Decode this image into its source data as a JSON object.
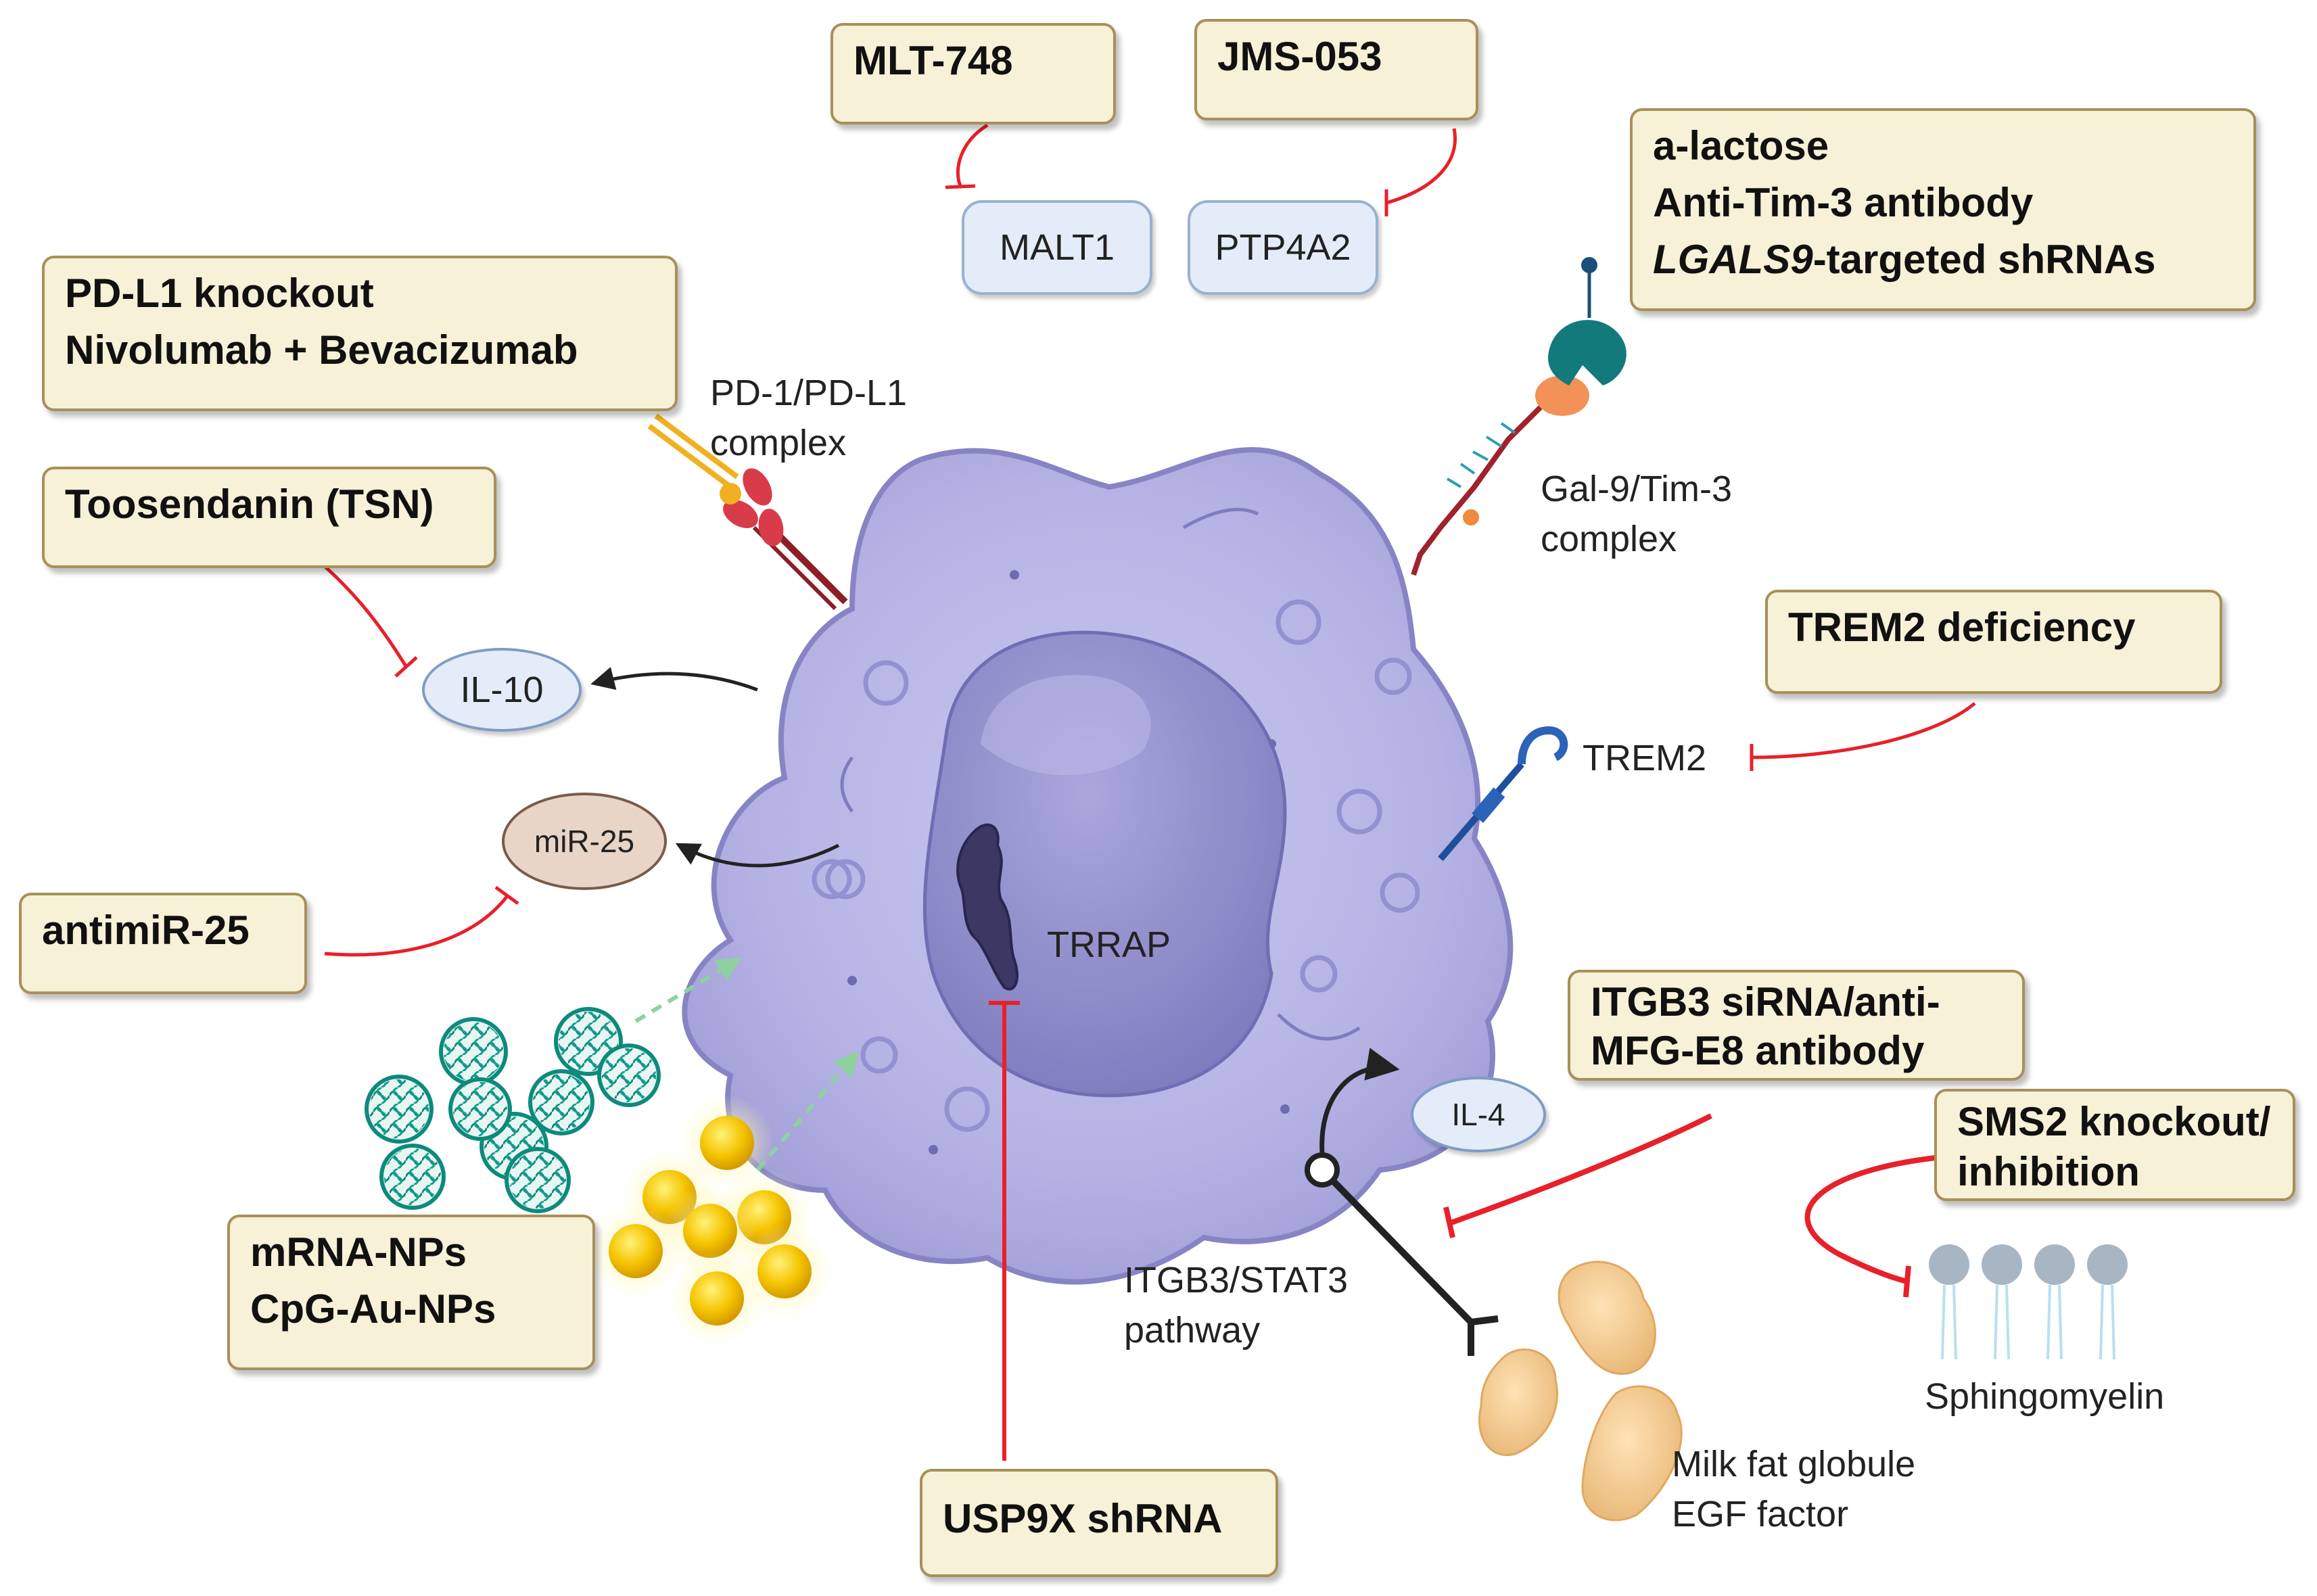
{
  "drug_boxes": {
    "mlt748": "MLT-748",
    "jms053": "JMS-053",
    "lactose": [
      "a-lactose",
      "Anti-Tim-3 antibody",
      "LGALS9",
      "-targeted shRNAs"
    ],
    "pdl1": [
      "PD-L1 knockout",
      "Nivolumab + Bevacizumab"
    ],
    "tsn": "Toosendanin (TSN)",
    "trem2def": "TREM2 deficiency",
    "antimir": "antimiR-25",
    "itgb3": [
      "ITGB3 siRNA/anti-",
      "MFG-E8 antibody"
    ],
    "sms2": [
      "SMS2 knockout/",
      "inhibition"
    ],
    "nps": [
      "mRNA-NPs",
      "CpG-Au-NPs"
    ],
    "usp9x": "USP9X shRNA"
  },
  "targets": {
    "malt1": "MALT1",
    "ptp4a2": "PTP4A2",
    "il10": "IL-10",
    "mir25": "miR-25",
    "il4": "IL-4"
  },
  "labels": {
    "pd1": [
      "PD-1/PD-L1",
      "complex"
    ],
    "gal9": [
      "Gal-9/Tim-3",
      "complex"
    ],
    "trem2": "TREM2",
    "trrap": "TRRAP",
    "itgb3_pathway": [
      "ITGB3/STAT3",
      "pathway"
    ],
    "sphingomyelin": "Sphingomyelin",
    "milk_fat": [
      "Milk fat globule",
      "EGF factor"
    ]
  },
  "colors": {
    "inhibition": "#e8202a",
    "activation": "#222222",
    "cell_body": "#b9b7e6",
    "nucleus": "#8e8cc8",
    "box_fill": "#f6f1d7",
    "box_border": "#a8905a"
  }
}
